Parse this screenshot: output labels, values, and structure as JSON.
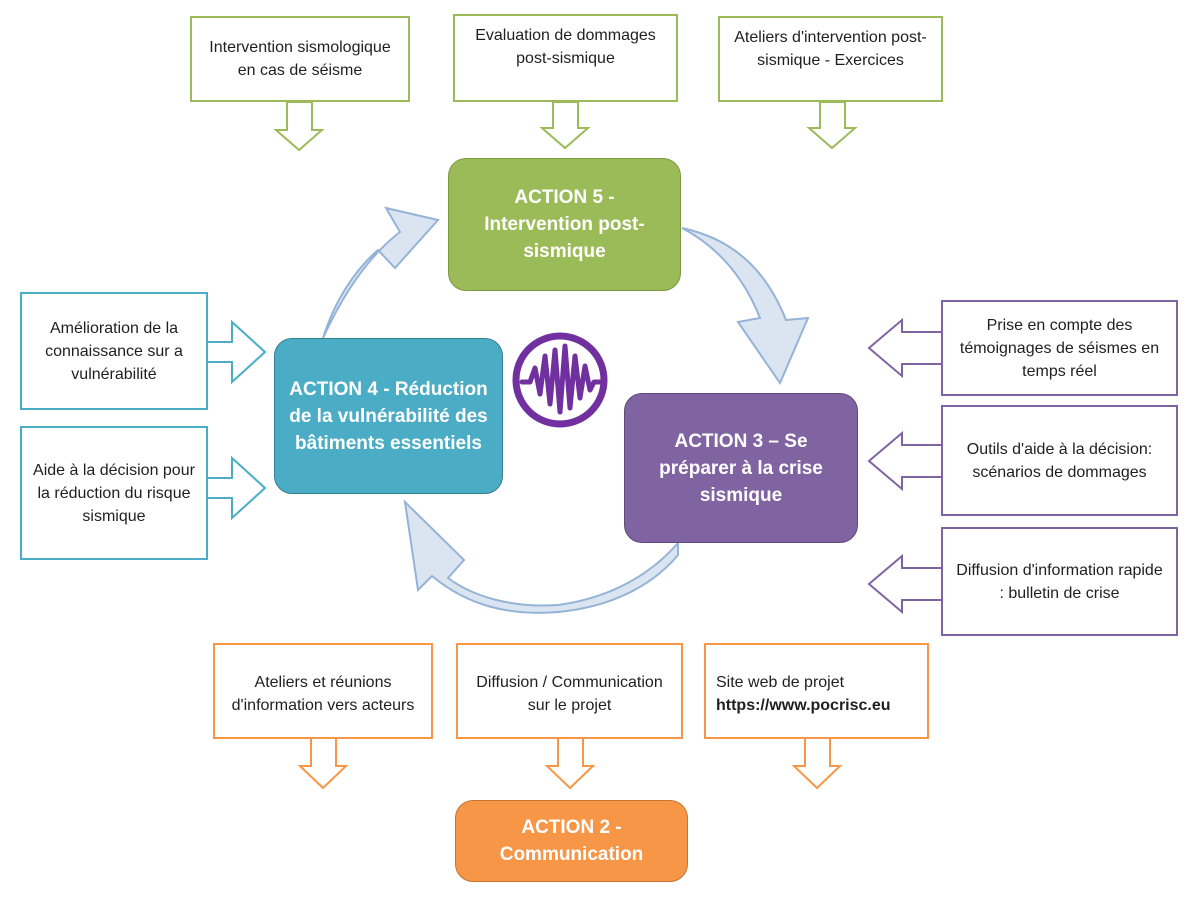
{
  "colors": {
    "green": "#9bbb59",
    "blue": "#4bacc6",
    "purple": "#8064a2",
    "orange": "#f79646",
    "cycle_arrow_fill": "#dbe5f1",
    "cycle_arrow_stroke": "#95b3d7",
    "logo": "#7030a0"
  },
  "actions": {
    "a5": "ACTION 5 - Intervention post-sismique",
    "a4": "ACTION 4 - Réduction de la vulnérabilité des bâtiments essentiels",
    "a3": "ACTION 3 – Se préparer à la crise sismique",
    "a2": "ACTION 2 - Communication"
  },
  "action5_inputs": [
    "Intervention sismologique en cas de séisme",
    "Evaluation de dommages post-sismique",
    "Ateliers d'intervention post-sismique - Exercices"
  ],
  "action4_inputs": [
    "Amélioration de la connaissance sur a vulnérabilité",
    "Aide à la décision pour la réduction du risque sismique"
  ],
  "action3_inputs": [
    "Prise en compte des témoignages de séismes en temps réel",
    "Outils d'aide à la décision: scénarios de dommages",
    "Diffusion d'information rapide : bulletin de crise"
  ],
  "action2_inputs": {
    "workshops": "Ateliers et réunions d'information vers acteurs",
    "diffusion": "Diffusion / Communication sur le projet",
    "website_label": "Site web de projet",
    "website_url": "https://www.pocrisc.eu"
  },
  "logo_icon": "seismic-wave-icon"
}
